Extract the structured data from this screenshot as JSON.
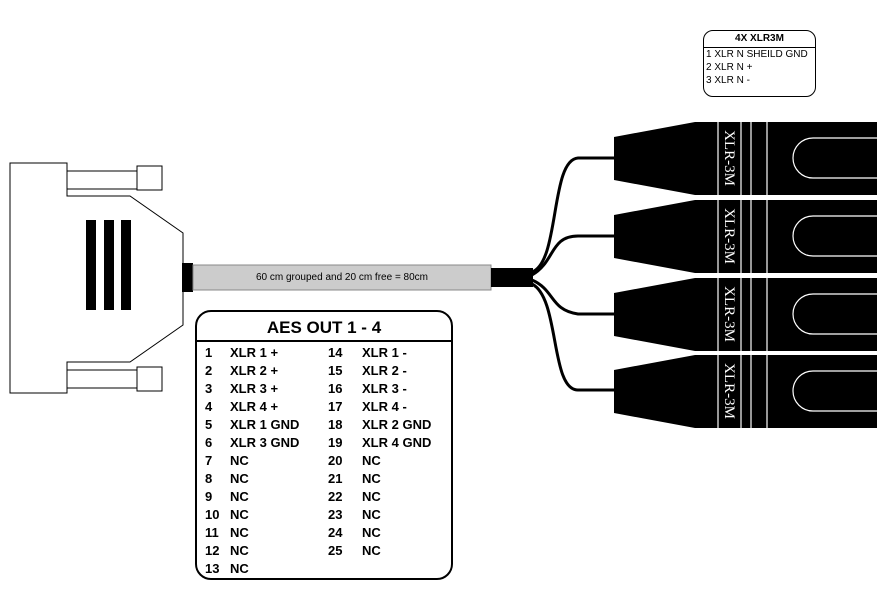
{
  "legend": {
    "title": "4X XLR3M",
    "lines": [
      "1 XLR N SHEILD GND",
      "2 XLR N +",
      "3 XLR N -"
    ]
  },
  "cable": {
    "label": "60 cm grouped and 20 cm free = 80cm"
  },
  "connector_label": "XLR-3M",
  "pinout": {
    "title": "AES OUT 1 - 4",
    "left": [
      {
        "pin": "1",
        "signal": "XLR 1 +"
      },
      {
        "pin": "2",
        "signal": "XLR 2 +"
      },
      {
        "pin": "3",
        "signal": "XLR 3 +"
      },
      {
        "pin": "4",
        "signal": "XLR 4 +"
      },
      {
        "pin": "5",
        "signal": "XLR 1 GND"
      },
      {
        "pin": "6",
        "signal": "XLR 3 GND"
      },
      {
        "pin": "7",
        "signal": "NC"
      },
      {
        "pin": "8",
        "signal": "NC"
      },
      {
        "pin": "9",
        "signal": "NC"
      },
      {
        "pin": "10",
        "signal": "NC"
      },
      {
        "pin": "11",
        "signal": "NC"
      },
      {
        "pin": "12",
        "signal": "NC"
      },
      {
        "pin": "13",
        "signal": "NC"
      }
    ],
    "right": [
      {
        "pin": "14",
        "signal": "XLR 1 -"
      },
      {
        "pin": "15",
        "signal": "XLR 2 -"
      },
      {
        "pin": "16",
        "signal": "XLR 3 -"
      },
      {
        "pin": "17",
        "signal": "XLR 4 -"
      },
      {
        "pin": "18",
        "signal": "XLR 2 GND"
      },
      {
        "pin": "19",
        "signal": "XLR 4 GND"
      },
      {
        "pin": "20",
        "signal": "NC"
      },
      {
        "pin": "21",
        "signal": "NC"
      },
      {
        "pin": "22",
        "signal": "NC"
      },
      {
        "pin": "23",
        "signal": "NC"
      },
      {
        "pin": "24",
        "signal": "NC"
      },
      {
        "pin": "25",
        "signal": "NC"
      }
    ]
  }
}
